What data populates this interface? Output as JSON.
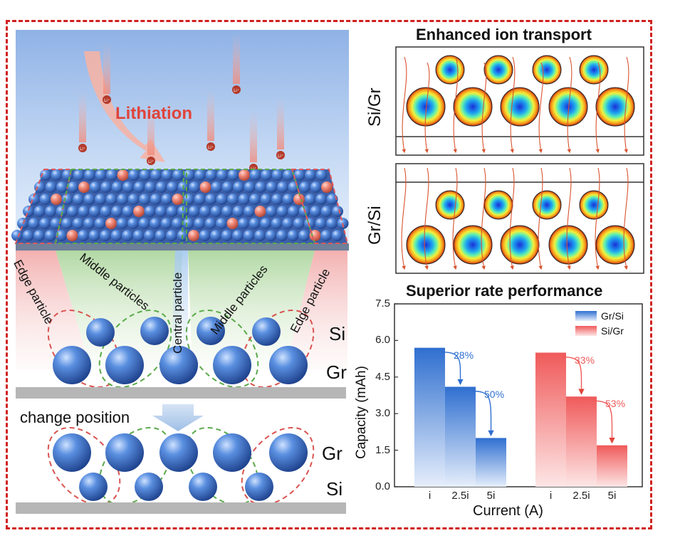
{
  "left_panel": {
    "lithiation_label": "Lithiation",
    "ion_symbol": "Li⁺",
    "region_labels": {
      "edge_left": "Edge particle",
      "middle_left": "Middle particles",
      "central": "Central particle",
      "middle_right": "Middle particles",
      "edge_right": "Edge particle"
    },
    "layer_top_labels": {
      "si": "Si",
      "gr": "Gr"
    },
    "change_position_label": "change position",
    "layer_bottom_labels": {
      "gr": "Gr",
      "si": "Si"
    }
  },
  "transport_panel": {
    "title": "Enhanced ion transport",
    "top_label": "Si/Gr",
    "bottom_label": "Gr/Si"
  },
  "chart_data": {
    "type": "bar",
    "title": "Superior rate performance",
    "xlabel": "Current (A)",
    "ylabel": "Capacity (mAh)",
    "ylim": [
      0,
      7.5
    ],
    "yticks": [
      "0.0",
      "1.5",
      "3.0",
      "4.5",
      "6.0",
      "7.5"
    ],
    "legend_position": "top-right",
    "series": [
      {
        "name": "Gr/Si",
        "color": "#2f6fd0",
        "categories": [
          "i",
          "2.5i",
          "5i"
        ],
        "values": [
          5.7,
          4.1,
          2.0
        ],
        "drops": [
          "28%",
          "50%"
        ]
      },
      {
        "name": "Si/Gr",
        "color": "#f05a5a",
        "categories": [
          "i",
          "2.5i",
          "5i"
        ],
        "values": [
          5.5,
          3.7,
          1.7
        ],
        "drops": [
          "33%",
          "53%"
        ]
      }
    ]
  }
}
